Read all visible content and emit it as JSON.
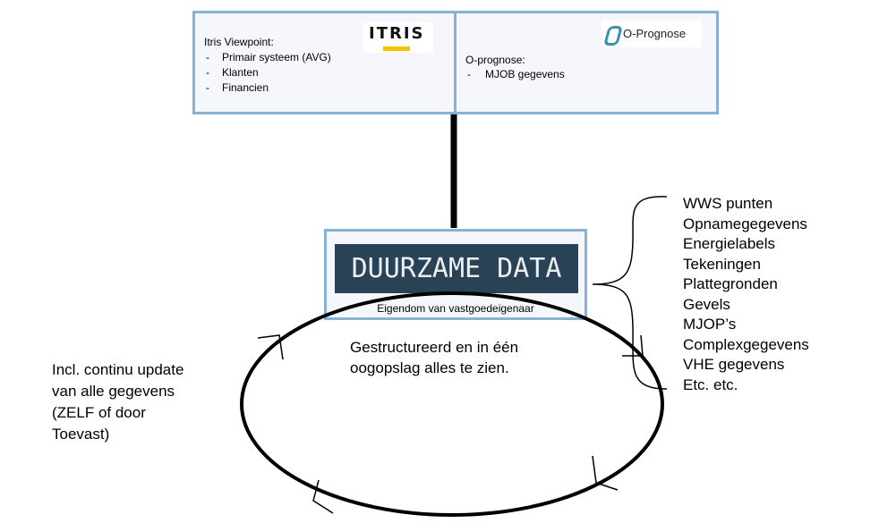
{
  "itris_box": {
    "title": "Itris Viewpoint:",
    "items": [
      "Primair systeem (AVG)",
      "Klanten",
      "Financien"
    ],
    "logo_text": "ITRIS"
  },
  "oprognose_box": {
    "title": "O-prognose:",
    "items": [
      "MJOB gegevens"
    ],
    "logo_text": "O-Prognose"
  },
  "center_box": {
    "logo_text": "DUURZAME DATA",
    "caption": "Eigendom van vastgoedeigenaar"
  },
  "center_text": [
    "Gestructureerd en in één",
    "oogopslag alles te zien."
  ],
  "left_text": [
    "Incl. continu update",
    "van alle gegevens",
    "(ZELF of door",
    "Toevast)"
  ],
  "data_list": [
    "WWS punten",
    "Opnamegegevens",
    "Energielabels",
    "Tekeningen",
    "Plattegronden",
    "Gevels",
    "MJOP’s",
    "Complexgegevens",
    "VHE gegevens",
    "Etc. etc."
  ],
  "colors": {
    "box_border": "#86b2d5",
    "box_fill": "#f5f7fd",
    "logo_bg": "#2a4255",
    "itris_yellow": "#f5c400"
  }
}
